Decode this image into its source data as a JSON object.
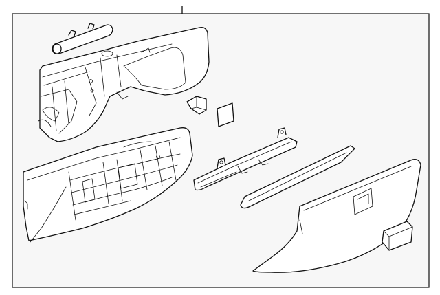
{
  "diagram": {
    "colors": {
      "background": "#ffffff",
      "panel": "#f7f7f7",
      "stroke": "#111111"
    },
    "parts": [
      "bracket-rod",
      "upper-dash-frame",
      "clip",
      "pad",
      "glove-box-bin",
      "glove-box-hinge-bar",
      "trim-strip",
      "glove-box-door",
      "latch-cover"
    ]
  }
}
